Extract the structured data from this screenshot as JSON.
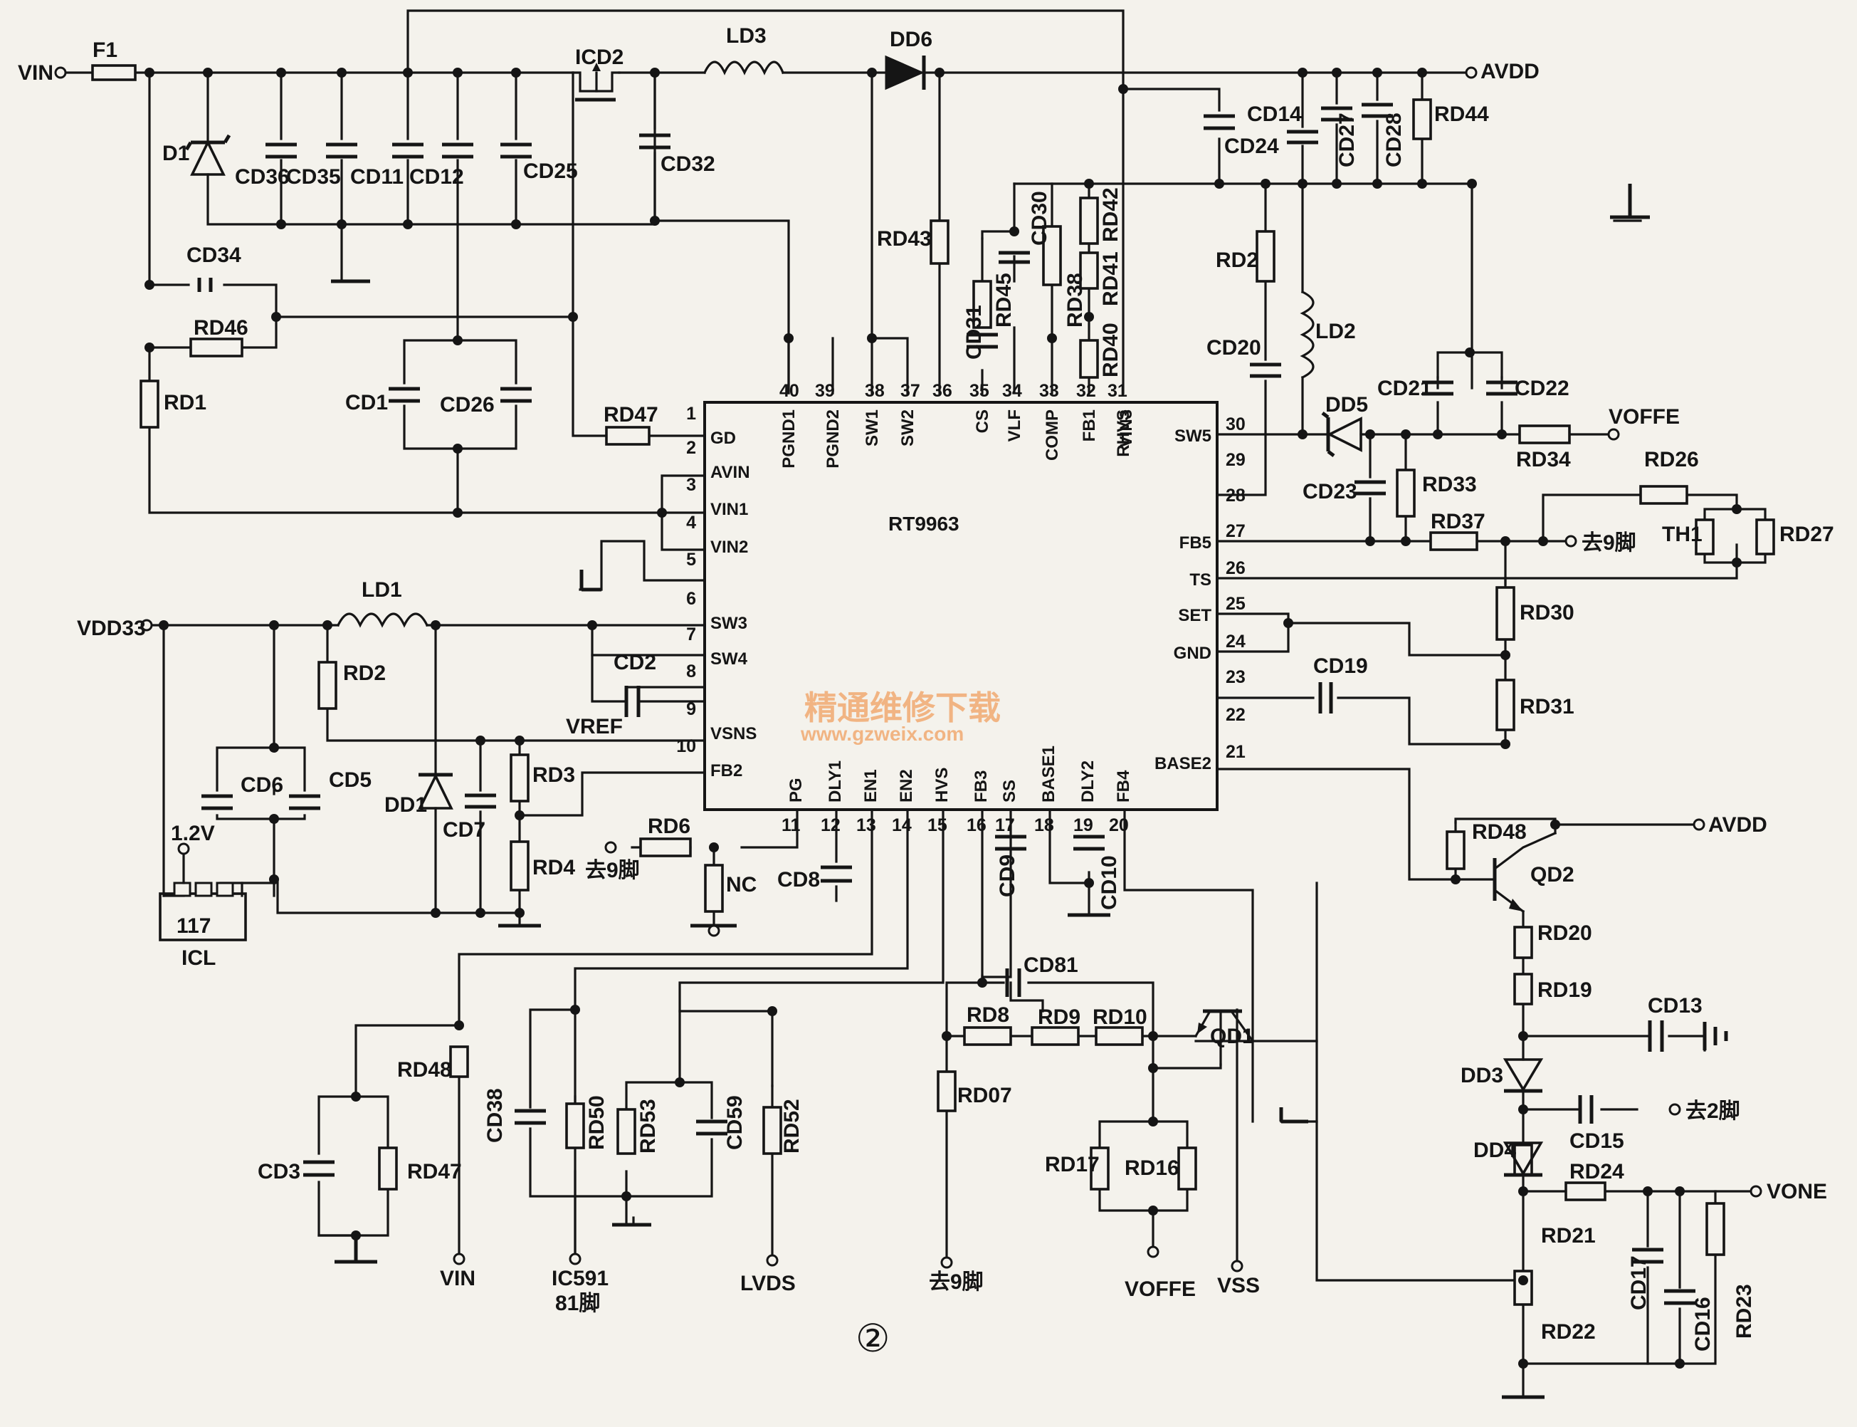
{
  "ic": {
    "name": "RT9963",
    "left_pins": [
      {
        "num": "1",
        "name": "GD"
      },
      {
        "num": "2",
        "name": "AVIN"
      },
      {
        "num": "3",
        "name": "VIN1"
      },
      {
        "num": "4",
        "name": "VIN2"
      },
      {
        "num": "5",
        "name": ""
      },
      {
        "num": "6",
        "name": "SW3"
      },
      {
        "num": "7",
        "name": "SW4"
      },
      {
        "num": "8",
        "name": ""
      },
      {
        "num": "9",
        "name": "VSNS"
      },
      {
        "num": "10",
        "name": "FB2"
      }
    ],
    "top_pins": [
      {
        "num": "40",
        "name": "PGND1"
      },
      {
        "num": "39",
        "name": "PGND2"
      },
      {
        "num": "38",
        "name": "SW1"
      },
      {
        "num": "37",
        "name": "SW2"
      },
      {
        "num": "36",
        "name": ""
      },
      {
        "num": "35",
        "name": "CS"
      },
      {
        "num": "34",
        "name": "VLF"
      },
      {
        "num": "33",
        "name": "COMP"
      },
      {
        "num": "32",
        "name": "FB1"
      },
      {
        "num": "31",
        "name": "RHVS"
      },
      {
        "num": "",
        "name": "VIN3"
      }
    ],
    "right_pins": [
      {
        "num": "30",
        "name": "SW5"
      },
      {
        "num": "29",
        "name": ""
      },
      {
        "num": "28",
        "name": ""
      },
      {
        "num": "27",
        "name": "FB5"
      },
      {
        "num": "26",
        "name": "TS"
      },
      {
        "num": "25",
        "name": "SET"
      },
      {
        "num": "24",
        "name": "GND"
      },
      {
        "num": "23",
        "name": ""
      },
      {
        "num": "22",
        "name": ""
      },
      {
        "num": "21",
        "name": "BASE2"
      }
    ],
    "bottom_pins": [
      {
        "num": "11",
        "name": "PG"
      },
      {
        "num": "12",
        "name": "DLY1"
      },
      {
        "num": "13",
        "name": "EN1"
      },
      {
        "num": "14",
        "name": "EN2"
      },
      {
        "num": "15",
        "name": "HVS"
      },
      {
        "num": "16",
        "name": "FB3"
      },
      {
        "num": "17",
        "name": "SS"
      },
      {
        "num": "18",
        "name": "BASE1"
      },
      {
        "num": "19",
        "name": "DLY2"
      },
      {
        "num": "20",
        "name": "FB4"
      }
    ]
  },
  "labels": {
    "VIN": "VIN",
    "F1": "F1",
    "D1": "D1",
    "CD36": "CD36",
    "CD35": "CD35",
    "CD11": "CD11",
    "CD12": "CD12",
    "CD25": "CD25",
    "ICD2": "ICD2",
    "LD3": "LD3",
    "DD6": "DD6",
    "CD32": "CD32",
    "AVDD_top": "AVDD",
    "CD14": "CD14",
    "CD24": "CD24",
    "CD27": "CD27",
    "CD28": "CD28",
    "RD44": "RD44",
    "CD34": "CD34",
    "RD46": "RD46",
    "RD1": "RD1",
    "CD1": "CD1",
    "CD26": "CD26",
    "RD47_top": "RD47",
    "RD43": "RD43",
    "CD30": "CD30",
    "CD31": "CD31",
    "RD45": "RD45",
    "RD38": "RD38",
    "RD42": "RD42",
    "RD41": "RD41",
    "RD40": "RD40",
    "RD2_right": "RD2",
    "CD20": "CD20",
    "LD2": "LD2",
    "DD5": "DD5",
    "CD21": "CD21",
    "CD22": "CD22",
    "VOFFE_top": "VOFFE",
    "RD34": "RD34",
    "RD26": "RD26",
    "CD23": "CD23",
    "RD33": "RD33",
    "RD37": "RD37",
    "go9_right": "去9脚",
    "TH1": "TH1",
    "RD27": "RD27",
    "RD30": "RD30",
    "CD19": "CD19",
    "RD31": "RD31",
    "VDD33": "VDD33",
    "LD1": "LD1",
    "RD2_left": "RD2",
    "CD2": "CD2",
    "VREF": "VREF",
    "CD6": "CD6",
    "CD5": "CD5",
    "v12": "1.2V",
    "DD1": "DD1",
    "CD7": "CD7",
    "RD3": "RD3",
    "RD4": "RD4",
    "reg": "117",
    "ICL": "ICL",
    "RD6": "RD6",
    "go9_left": "去9脚",
    "NC": "NC",
    "CD8": "CD8",
    "CD9": "CD9",
    "CD10": "CD10",
    "RD48_right": "RD48",
    "AVDD_right": "AVDD",
    "QD2": "QD2",
    "RD20": "RD20",
    "RD19": "RD19",
    "CD13": "CD13",
    "DD3": "DD3",
    "CD15": "CD15",
    "go2": "去2脚",
    "DD4": "DD4",
    "RD24": "RD24",
    "VONE": "VONE",
    "RD21": "RD21",
    "CD17": "CD17",
    "CD16": "CD16",
    "RD23": "RD23",
    "RD22": "RD22",
    "CD81": "CD81",
    "RD8": "RD8",
    "RD9": "RD9",
    "RD10": "RD10",
    "QD1": "QD1",
    "RD07": "RD07",
    "go9_bottom": "去9脚",
    "RD17": "RD17",
    "RD16": "RD16",
    "VOFFE_bottom": "VOFFE",
    "VSS": "VSS",
    "RD48_left": "RD48",
    "CD3": "CD3",
    "RD47_bottom": "RD47",
    "VIN_bottom": "VIN",
    "CD38": "CD38",
    "RD50": "RD50",
    "RD53": "RD53",
    "CD59": "CD59",
    "RD52": "RD52",
    "IC591": "IC591",
    "pin81": "81脚",
    "LVDS": "LVDS"
  },
  "watermark": {
    "text": "精通维修下载",
    "url": "www.gzweix.com"
  },
  "figure_number": "②"
}
